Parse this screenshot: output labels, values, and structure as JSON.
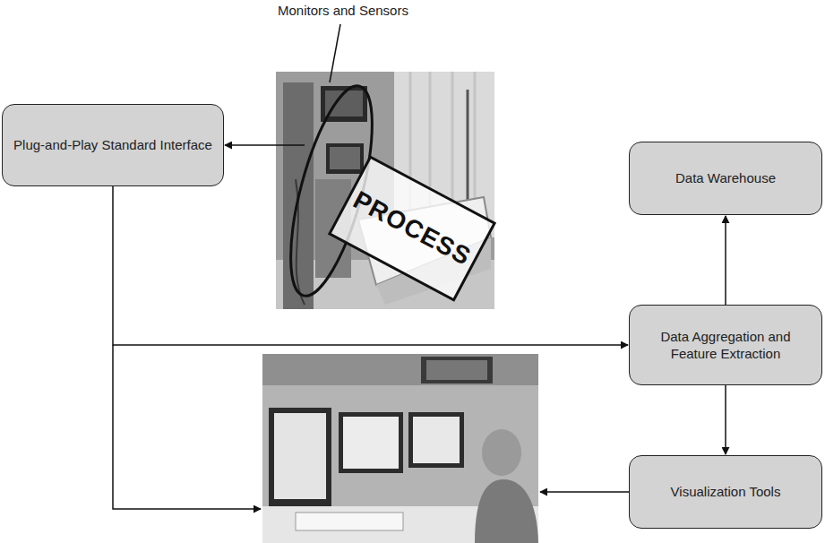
{
  "diagram": {
    "nodes": [
      {
        "text": [
          "Monitors and Sensors"
        ]
      },
      {
        "text": [
          "PROCESS"
        ]
      },
      {
        "text": [
          "Plug-and-Play Standard Interface"
        ]
      },
      {
        "text": [
          "Data Warehouse"
        ]
      },
      {
        "text": [
          "Data Aggregation and Feature Extraction"
        ]
      },
      {
        "text": [
          "Visualization Tools"
        ]
      }
    ],
    "edges": [
      {
        "from": 0,
        "to": 2,
        "arrow": "to"
      },
      {
        "from": 2,
        "to": 4,
        "arrow": "to"
      },
      {
        "from": 4,
        "to": 3,
        "arrow": "to"
      },
      {
        "from": 4,
        "to": 5,
        "arrow": "to"
      }
    ]
  }
}
